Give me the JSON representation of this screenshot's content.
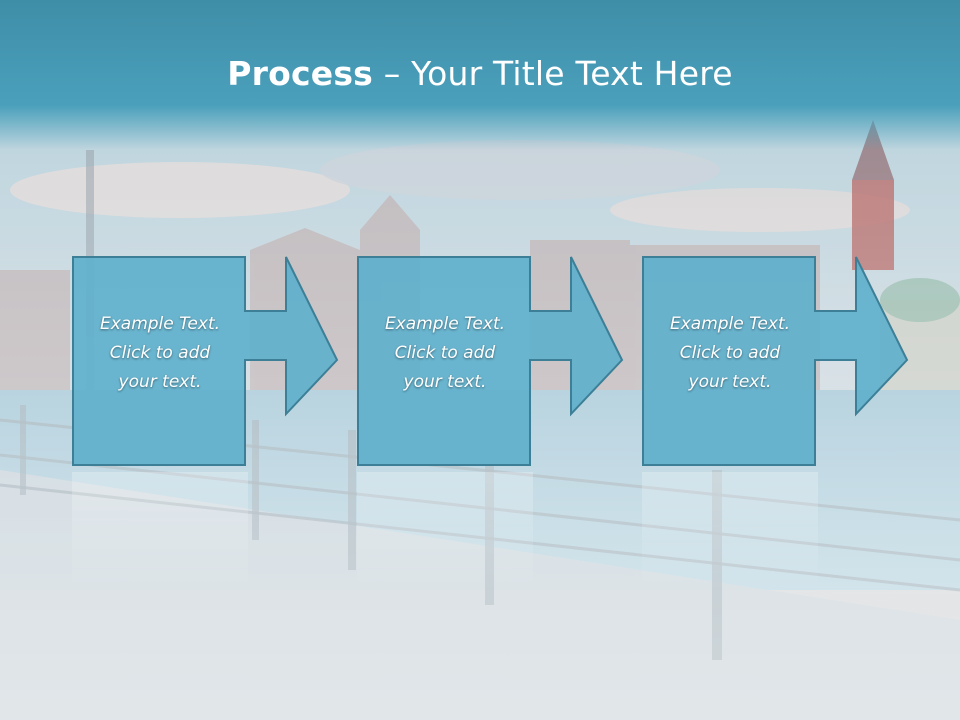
{
  "title": {
    "bold": "Process",
    "rest": " – Your Title Text Here"
  },
  "steps": [
    {
      "text": "Example Text.\nClick  to add\nyour text."
    },
    {
      "text": "Example Text.\nClick  to add\nyour text."
    },
    {
      "text": "Example Text.\nClick  to add\nyour text."
    }
  ],
  "colors": {
    "title_band": "#4aa0bb",
    "box_fill": "#5fb0cc",
    "box_border": "#3d7f96",
    "text": "#ffffff"
  }
}
